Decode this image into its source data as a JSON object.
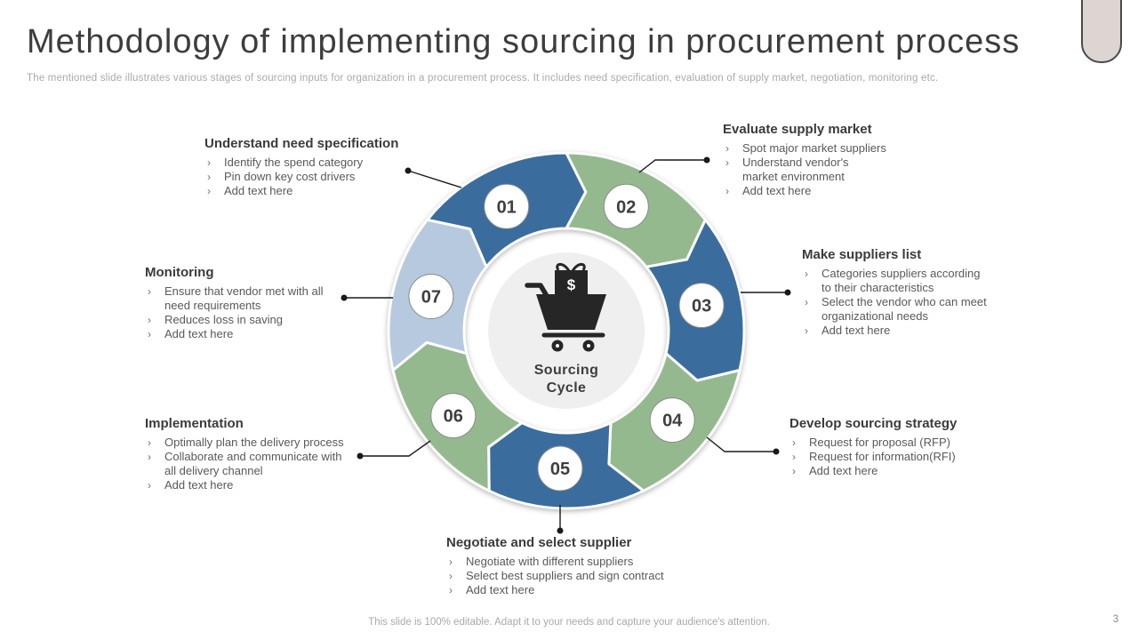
{
  "slide": {
    "title": "Methodology of implementing sourcing in procurement process",
    "subtitle": "The mentioned slide illustrates various stages of sourcing inputs for organization in a procurement process. It includes need specification, evaluation of supply market, negotiation, monitoring etc.",
    "footer": "This slide is 100% editable. Adapt it to your needs and capture your audience's attention.",
    "page_number": "3"
  },
  "ui": {
    "bullet_char": "›"
  },
  "colors": {
    "dark_blue": "#3a6d9d",
    "green": "#95b98e",
    "light_blue": "#b7c9de",
    "center_circle": "#efefef",
    "icon": "#262626"
  },
  "center": {
    "icon": "shopping-cart-gift-icon",
    "currency": "$",
    "label_line1": "Sourcing",
    "label_line2": "Cycle"
  },
  "stages": [
    {
      "number": "01",
      "color": "#3a6d9d",
      "title": "Understand need specification",
      "bullets": [
        [
          "Identify the spend category"
        ],
        [
          "Pin down key cost drivers"
        ],
        [
          "Add text here"
        ]
      ]
    },
    {
      "number": "02",
      "color": "#95b98e",
      "title": "Evaluate supply market",
      "bullets": [
        [
          "Spot major market suppliers"
        ],
        [
          "Understand vendor's",
          "market environment"
        ],
        [
          "Add text here"
        ]
      ]
    },
    {
      "number": "03",
      "color": "#3a6d9d",
      "title": "Make suppliers list",
      "bullets": [
        [
          "Categories suppliers according",
          "to their characteristics"
        ],
        [
          "Select the vendor who can meet",
          "organizational needs"
        ],
        [
          "Add text here"
        ]
      ]
    },
    {
      "number": "04",
      "color": "#95b98e",
      "title": "Develop sourcing strategy",
      "bullets": [
        [
          "Request for proposal (RFP)"
        ],
        [
          "Request for information(RFI)"
        ],
        [
          "Add text here"
        ]
      ]
    },
    {
      "number": "05",
      "color": "#3a6d9d",
      "title": "Negotiate and select supplier",
      "bullets": [
        [
          "Negotiate with different suppliers"
        ],
        [
          "Select best suppliers and sign contract"
        ],
        [
          "Add text here"
        ]
      ]
    },
    {
      "number": "06",
      "color": "#95b98e",
      "title": "Implementation",
      "bullets": [
        [
          "Optimally plan the delivery process"
        ],
        [
          "Collaborate and communicate with",
          "all delivery channel"
        ],
        [
          "Add text here"
        ]
      ]
    },
    {
      "number": "07",
      "color": "#b7c9de",
      "title": "Monitoring",
      "bullets": [
        [
          "Ensure that vendor met with all",
          "need requirements"
        ],
        [
          "Reduces loss in saving"
        ],
        [
          "Add text here"
        ]
      ]
    }
  ]
}
